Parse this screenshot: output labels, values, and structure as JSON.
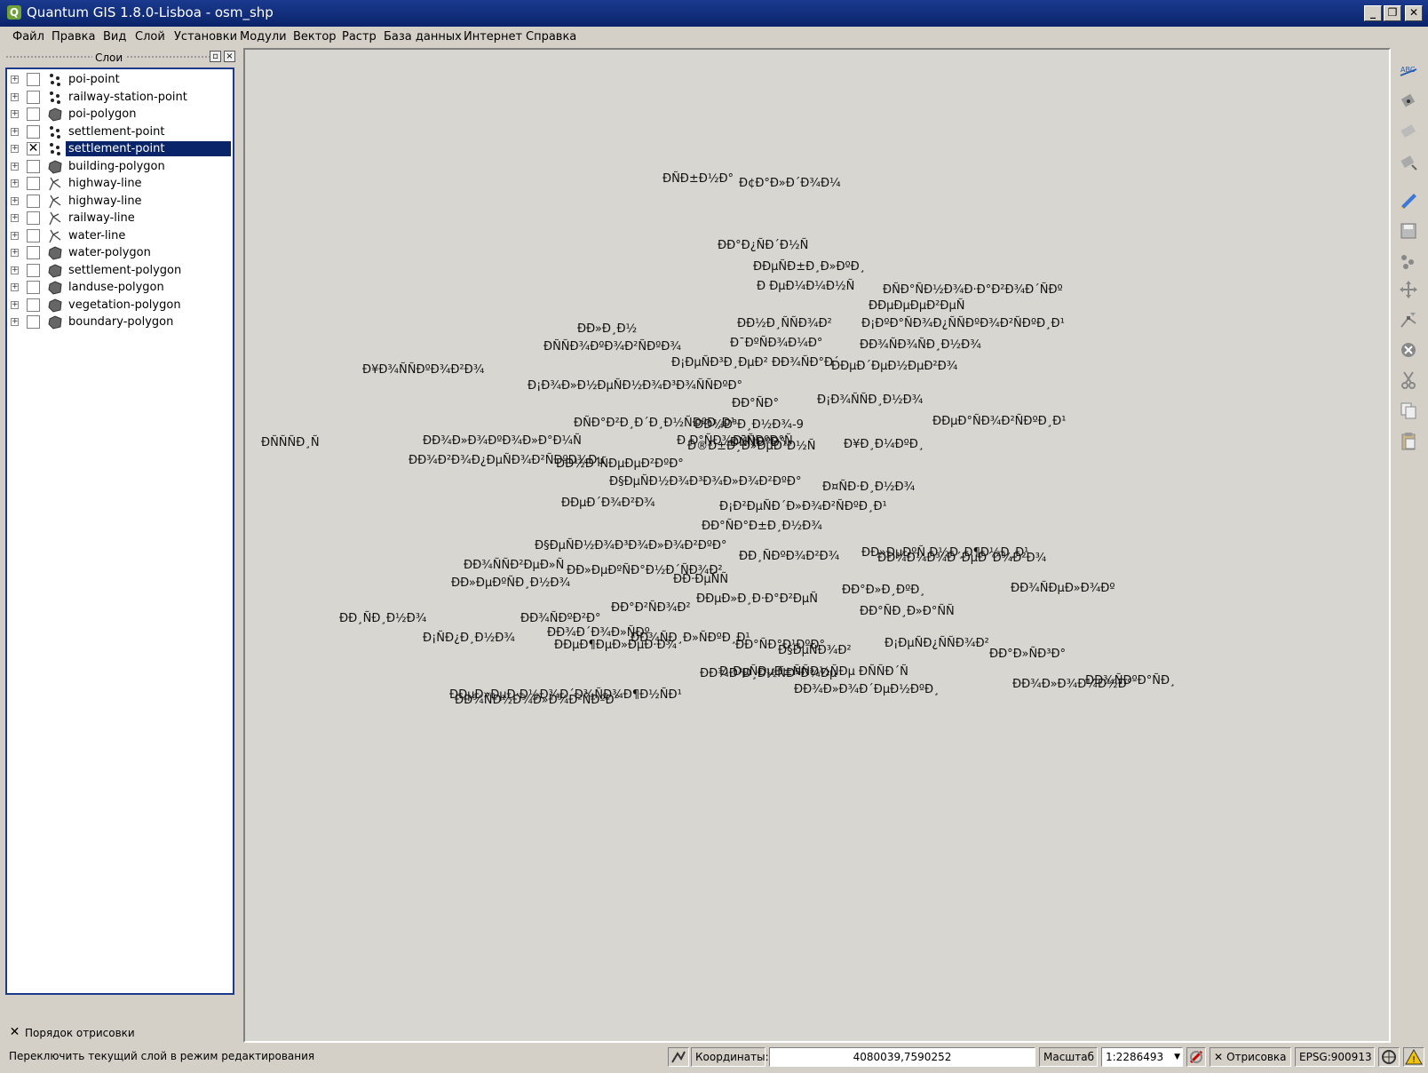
{
  "window": {
    "title": "Quantum GIS 1.8.0-Lisboa - osm_shp"
  },
  "menu": [
    "Файл",
    "Правка",
    "Вид",
    "Слой",
    "Установки",
    "Модули",
    "Вектор",
    "Растр",
    "База данных",
    "Интернет",
    "Справка"
  ],
  "layers_panel": {
    "title": "Слои",
    "layers": [
      {
        "name": "poi-point",
        "icon": "point-icon",
        "checked": false,
        "selected": false
      },
      {
        "name": "railway-station-point",
        "icon": "point-icon",
        "checked": false,
        "selected": false
      },
      {
        "name": "poi-polygon",
        "icon": "polygon-icon",
        "checked": false,
        "selected": false
      },
      {
        "name": "settlement-point",
        "icon": "point-icon",
        "checked": false,
        "selected": false
      },
      {
        "name": "settlement-point",
        "icon": "point-icon",
        "checked": true,
        "selected": true
      },
      {
        "name": "building-polygon",
        "icon": "polygon-icon",
        "checked": false,
        "selected": false
      },
      {
        "name": "highway-line",
        "icon": "line-icon",
        "checked": false,
        "selected": false
      },
      {
        "name": "highway-line",
        "icon": "line-icon",
        "checked": false,
        "selected": false
      },
      {
        "name": "railway-line",
        "icon": "line-icon",
        "checked": false,
        "selected": false
      },
      {
        "name": "water-line",
        "icon": "line-icon",
        "checked": false,
        "selected": false
      },
      {
        "name": "water-polygon",
        "icon": "polygon-icon",
        "checked": false,
        "selected": false
      },
      {
        "name": "settlement-polygon",
        "icon": "polygon-icon",
        "checked": false,
        "selected": false
      },
      {
        "name": "landuse-polygon",
        "icon": "polygon-icon",
        "checked": false,
        "selected": false
      },
      {
        "name": "vegetation-polygon",
        "icon": "polygon-icon",
        "checked": false,
        "selected": false
      },
      {
        "name": "boundary-polygon",
        "icon": "polygon-icon",
        "checked": false,
        "selected": false
      }
    ],
    "render_order_label": "Порядок отрисовки",
    "render_order_checked": true
  },
  "map_labels": [
    "ÐÑÐ±Ð½Ð°",
    "Ð¢Ð°Ð»Ð´Ð¾Ð¼",
    "ÐÐ°Ð¿ÑÐ´Ð½Ñ",
    "ÐÐµÑÐ±Ð¸Ð»ÐºÐ¸",
    "Ð ÐµÐ¼Ð¼Ð½Ñ",
    "ÐÑÐ°ÑÐ½Ð¾Ð·Ð°Ð²Ð¾Ð´ÑÐº",
    "ÐÐµÐµÐµÐ²ÐµÑ",
    "ÐÐ»Ð¸Ð½",
    "ÐÐ½Ð¸ÑÑÐ¾Ð²",
    "Ð¡ÐºÐ°ÑÐ¾Ð¿ÑÑÐºÐ¾Ð²ÑÐºÐ¸Ð¹",
    "ÐÑÑÐ¾ÐºÐ¾Ð²ÑÐºÐ¾",
    "Ð¯ÐºÑÐ¾Ð¼Ð°",
    "Ð¡ÐµÑÐ³Ð¸ÐµÐ² ÐÐ¾ÑÐ°Ð´",
    "ÐÐ¾ÑÐ¾ÑÐ¸Ð½Ð¾",
    "ÐÐµÐ´ÐµÐ½ÐµÐ²Ð¾",
    "Ð¥Ð¾ÑÑÐºÐ¾Ð²Ð¾",
    "Ð¡Ð¾Ð»Ð½ÐµÑÐ½Ð¾Ð³Ð¾ÑÑÐºÐ°",
    "ÐÐ°ÑÐ°",
    "Ð¡Ð¾ÑÑÐ¸Ð½Ð¾",
    "ÐÐµÐ°ÑÐ¾Ð²ÑÐºÐ¸Ð¹",
    "ÐÑÐ°Ð²Ð¸Ð´Ð¸Ð½ÑÐºÐ¸Ð¹",
    "ÐÐ¾Ð³Ð¸Ð½Ð¾-9",
    "Ð Ð°ÑÐ¾Ð²ÑÐºÐ°Ñ",
    "ÐÐ¾Ð»Ð¾ÐºÐ¾Ð»Ð°Ð¼Ñ",
    "ÐÐ¾Ð²Ð¾Ð¿ÐµÑÐ¾Ð²ÑÐºÐ¾Ðµ",
    "ÐÐ½Ð´ÑÐµÐµÐ²ÐºÐ°",
    "Ð§ÐµÑÐ½Ð¾Ð³Ð¾Ð»Ð¾Ð²ÐºÐ°",
    "ÐÑÑÐºÐ°",
    "Ð®Ð±Ð¸Ð»ÐµÐ¹Ð½Ñ",
    "Ð¥Ð¸Ð¼ÐºÐ¸",
    "ÐÑÑÑÐ¸Ñ",
    "Ð¤ÑÐ·Ð¸Ð½Ð¾",
    "Ð¡Ð²ÐµÑÐ´Ð»Ð¾Ð²ÑÐºÐ¸Ð¹",
    "ÐÐµÐ´Ð¾Ð²Ð¾",
    "ÐÐ°ÑÐ°Ð±Ð¸Ð½Ð¾",
    "ÐÐ»ÐµÐºÑ Ð½Ð¸Ð¶Ð½Ð¸Ð¹",
    "Ð§ÐµÑÐ½Ð¾Ð³Ð¾Ð»Ð¾Ð²ÐºÐ°",
    "ÐÐ°ÑÐ¸Ð»Ð°ÑÑ",
    "ÐÐ»ÐµÐºÑÐ°Ð½Ð´ÑÐ¾Ð²",
    "ÐÐµÐ»Ð¸Ð·Ð°Ð²ÐµÑ",
    "ÐÐ·ÐµÑÑ",
    "ÐÐ¸ÑÐºÐ¾Ð²Ð¾",
    "ÐÐ°Ð»Ð¸ÐºÐ¸",
    "ÐÐ¾ÑÐµÐ»Ð¾Ðº",
    "ÐÐ¾Ð¼Ð¾Ð´ÐµÐ´Ð¾Ð²Ð¾",
    "ÐÐ¾ÑÑÐ²ÐµÐ»Ñ",
    "ÐÐ»ÐµÐºÑÐ¸Ð½Ð¾",
    "ÐÐ°Ð²ÑÐ¾Ð²",
    "ÐÐ¾ÑÐºÐ²Ð°",
    "ÐÐ¾Ð´Ð¾Ð»ÑÐº",
    "ÐÐ¾ÑÐ¸Ð»ÑÐºÐ¸Ð¹",
    "Ð¡ÐµÑÐ¿ÑÑÐ¾Ð²",
    "Ð§ÐµÑÐ¾Ð²",
    "ÐÐ°Ð»ÑÐ³Ð°",
    "ÐÐ¸ÑÐ¸Ð½Ð¾",
    "Ð¡ÑÐ¿Ð¸Ð½Ð¾",
    "ÐÐµÐ¶ÐµÐ»ÐµÐ·Ð¾",
    "ÐÐ°ÑÐ°Ð¹ÐºÐ°",
    "ÐÐ¾Ð»Ð¾Ð¼Ð½Ð°",
    "ÐÐµÐ»ÐµÐ·Ð½Ð¾Ð´Ð¾ÑÐ¾Ð¶Ð½ÑÐ¹",
    "Ð¡ÐµÑÐµÐ±ÑÑÐ½ÑÐµ ÐÑÑÐ´Ñ",
    "ÐÐ¾ÑÐ½Ð¾Ð»Ð¾Ð²ÑÐºÐ°",
    "ÐÐ¾Ð³Ð¸Ð½ÑÐºÐ¾Ðµ",
    "ÐÐ¾Ð»Ð¾Ð´ÐµÐ½ÐºÐ¸",
    "ÐÐ¾ÑÐºÐ°ÑÐ¸"
  ],
  "status": {
    "message": "Переключить текущий слой в режим редактирования",
    "coords_label": "Координаты:",
    "coords_value": "4080039,7590252",
    "scale_label": "Масштаб",
    "scale_value": "1:2286493",
    "render_label": "Отрисовка",
    "render_checked": true,
    "crs": "EPSG:900913"
  },
  "colors": {
    "titlebar": "#0a246a",
    "selection": "#0a246a",
    "canvas": "#d8d6d0"
  }
}
